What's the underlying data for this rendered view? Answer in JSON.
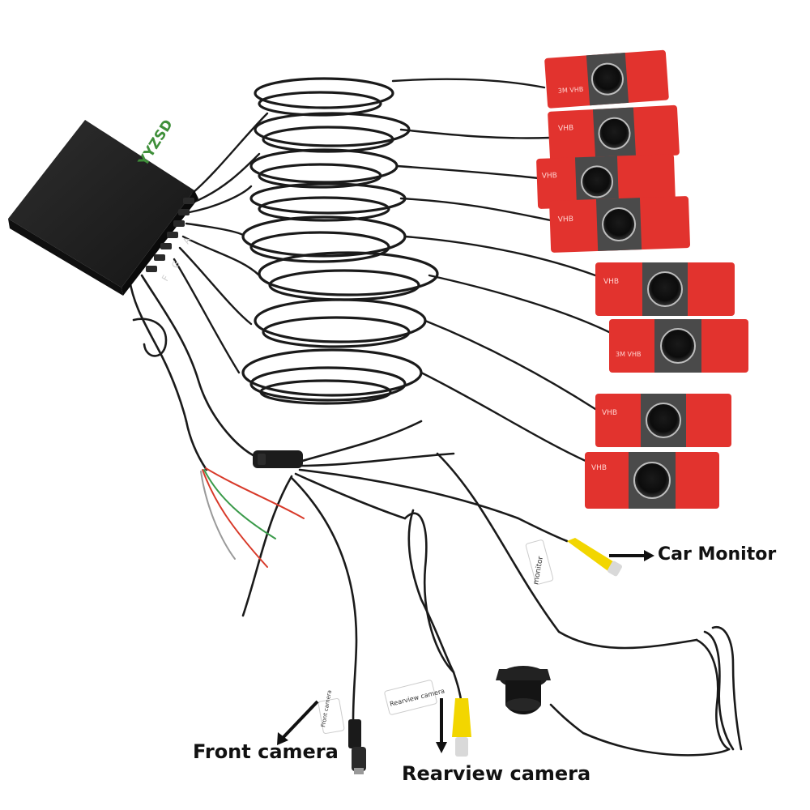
{
  "labels": {
    "car_monitor": "Car Monitor",
    "front_camera": "Front camera",
    "rearview_camera": "Rearview camera"
  },
  "prints": {
    "box_brand": "YYZSD",
    "sensor_tape": "VHB",
    "sensor_tape_alt": "3M VHB",
    "monitor_tag": "monitor",
    "rear_tag": "Rearview camera",
    "front_tag": "Front camera",
    "port_letters": [
      "A",
      "F",
      "G"
    ]
  },
  "colors": {
    "background": "#ffffff",
    "cable": "#1a1a1a",
    "sensor_tape": "#e2332e",
    "sensor_body": "#4a4a4a",
    "rca_yellow": "#f2d600",
    "control_box": "#1c1c1c",
    "wire_red": "#d83a2a",
    "wire_green": "#3a9a4a"
  },
  "parking_sensor_count": 8
}
